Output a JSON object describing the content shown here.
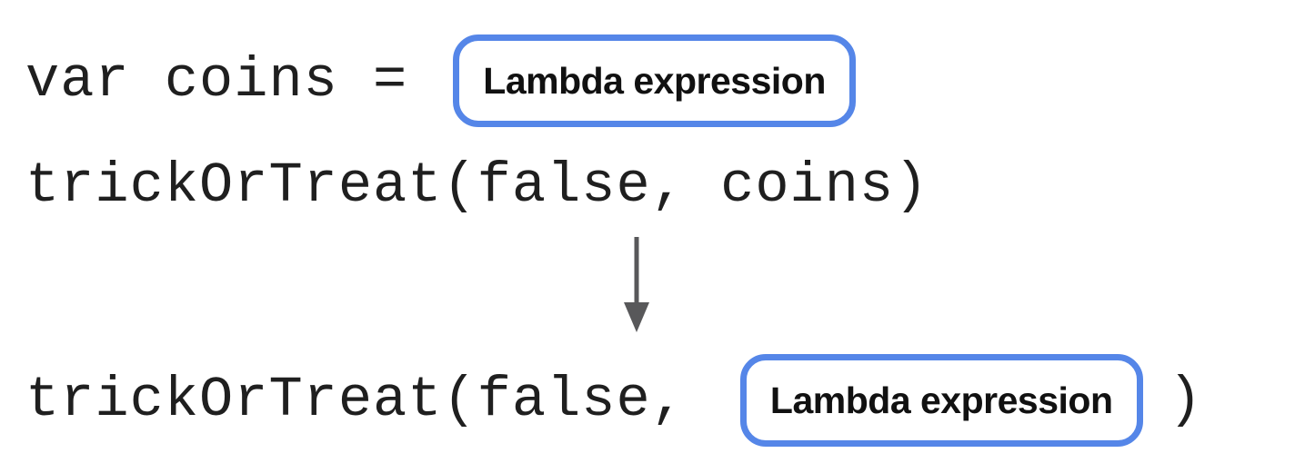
{
  "line1": {
    "code": "var coins =",
    "box_label": "Lambda expression"
  },
  "line2": {
    "code": "trickOrTreat(false, coins)"
  },
  "line3": {
    "code_before": "trickOrTreat(false,",
    "box_label": "Lambda expression",
    "code_after": ")"
  },
  "arrow": {
    "direction": "down",
    "color": "#58585a"
  },
  "colors": {
    "background": "#ffffff",
    "box_border": "#5586e8",
    "code_text": "#1f1f1f",
    "label_text": "#111111"
  }
}
